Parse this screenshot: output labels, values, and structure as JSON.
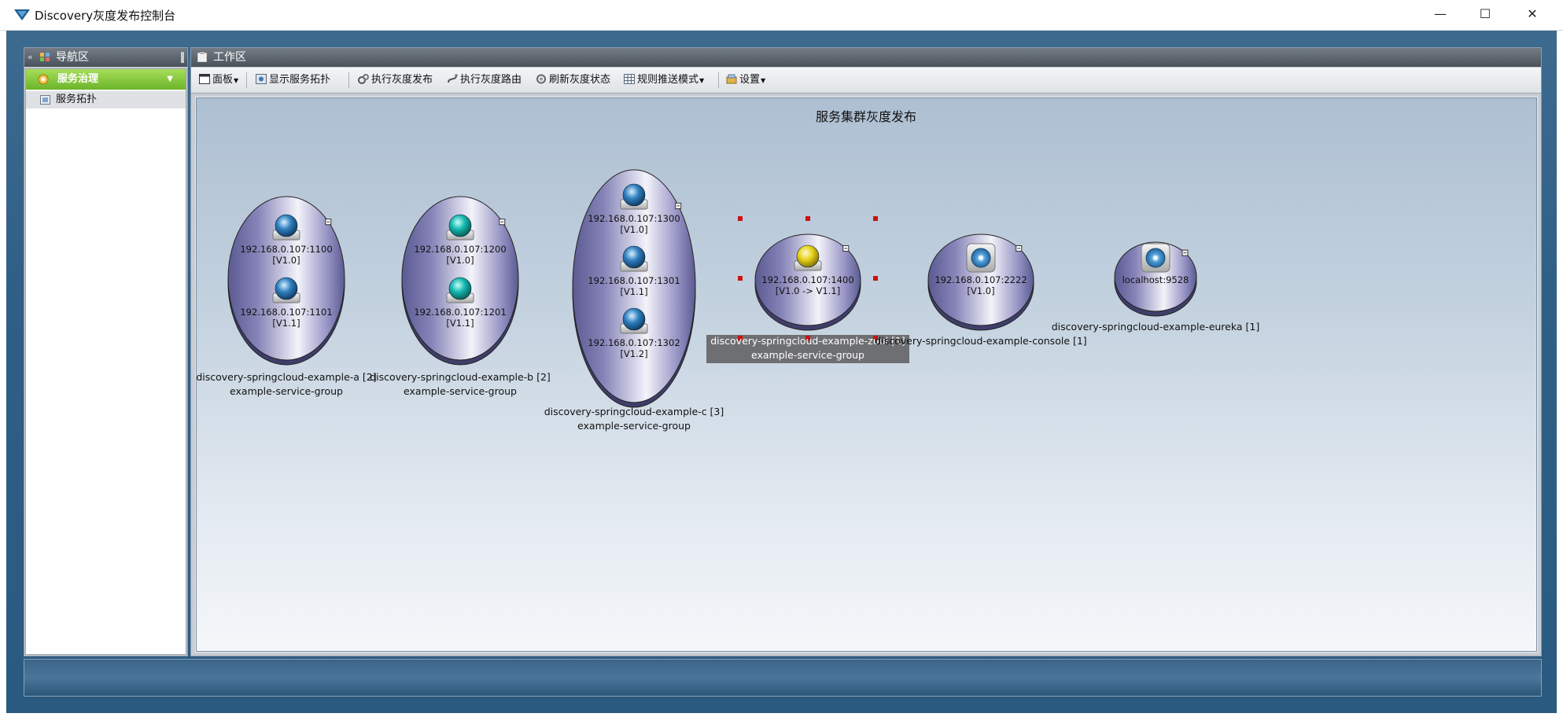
{
  "window": {
    "title": "Discovery灰度发布控制台",
    "minimize": "—",
    "maximize": "☐",
    "close": "✕"
  },
  "nav": {
    "collapse": "«",
    "header": "导航区",
    "group": "服务治理",
    "group_arrow": "▼",
    "items": [
      {
        "label": "服务拓扑"
      }
    ]
  },
  "work": {
    "header": "工作区",
    "toolbar": {
      "panel": "面板",
      "show_topology": "显示服务拓扑",
      "exec_release": "执行灰度发布",
      "exec_route": "执行灰度路由",
      "refresh": "刷新灰度状态",
      "push_mode": "规则推送模式",
      "settings": "设置"
    },
    "canvas_title": "服务集群灰度发布"
  },
  "topology": {
    "groups": [
      {
        "label": "discovery-springcloud-example-a [2]",
        "sub": "example-service-group",
        "style": "service",
        "nodes": [
          {
            "addr": "192.168.0.107:1100",
            "ver": "[V1.0]",
            "icon": "globe-blue-server-icon"
          },
          {
            "addr": "192.168.0.107:1101",
            "ver": "[V1.1]",
            "icon": "globe-blue-server-icon"
          }
        ]
      },
      {
        "label": "discovery-springcloud-example-b [2]",
        "sub": "example-service-group",
        "style": "service",
        "nodes": [
          {
            "addr": "192.168.0.107:1200",
            "ver": "[V1.0]",
            "icon": "globe-teal-server-icon"
          },
          {
            "addr": "192.168.0.107:1201",
            "ver": "[V1.1]",
            "icon": "globe-teal-server-icon"
          }
        ]
      },
      {
        "label": "discovery-springcloud-example-c [3]",
        "sub": "example-service-group",
        "style": "service",
        "nodes": [
          {
            "addr": "192.168.0.107:1300",
            "ver": "[V1.0]",
            "icon": "globe-blue-server-icon"
          },
          {
            "addr": "192.168.0.107:1301",
            "ver": "[V1.1]",
            "icon": "globe-blue-server-icon"
          },
          {
            "addr": "192.168.0.107:1302",
            "ver": "[V1.2]",
            "icon": "globe-blue-server-icon"
          }
        ]
      },
      {
        "label": "discovery-springcloud-example-zuul [1]",
        "sub": "example-service-group",
        "style": "gateway",
        "selected": true,
        "nodes": [
          {
            "addr": "192.168.0.107:1400",
            "ver": "[V1.0 -> V1.1]",
            "icon": "globe-yellow-server-icon"
          }
        ]
      },
      {
        "label": "discovery-springcloud-example-console [1]",
        "sub": "",
        "style": "console",
        "nodes": [
          {
            "addr": "192.168.0.107:2222",
            "ver": "[V1.0]",
            "icon": "console-disc-icon"
          }
        ]
      },
      {
        "label": "discovery-springcloud-example-eureka [1]",
        "sub": "",
        "style": "console",
        "nodes": [
          {
            "addr": "localhost:9528",
            "ver": "",
            "icon": "eureka-disc-icon"
          }
        ]
      }
    ]
  },
  "colors": {
    "ellipse_light": "#f0f0f8",
    "ellipse_dark": "#5b5a92",
    "globe_blue": "#2f7fbf",
    "globe_teal": "#14b8b0",
    "globe_yellow": "#e8d21a",
    "selection_handle": "#cc1111",
    "selected_label_bg": "#6e6f72"
  }
}
